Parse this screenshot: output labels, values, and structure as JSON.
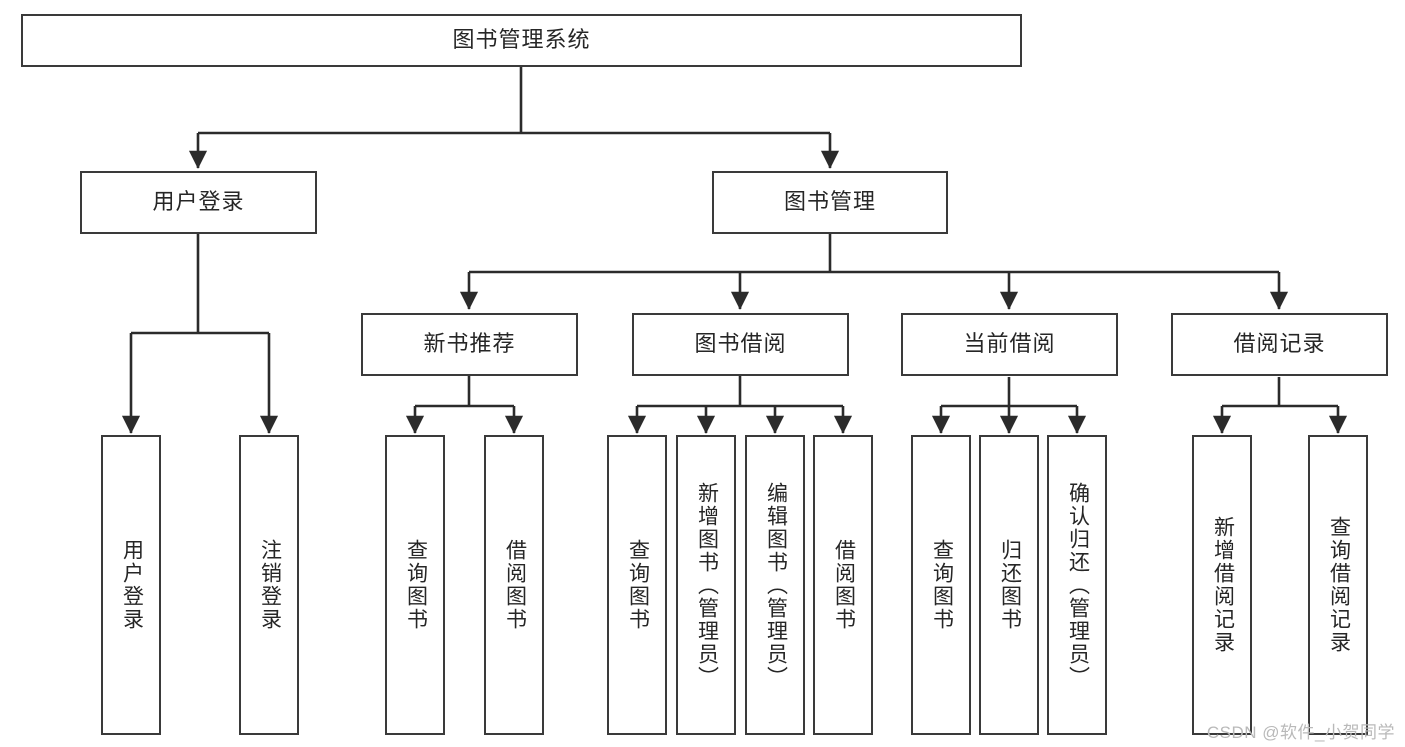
{
  "diagram": {
    "title": "图书管理系统",
    "type": "tree",
    "root": {
      "id": "root",
      "label": "图书管理系统",
      "orientation": "horizontal"
    },
    "level1": [
      {
        "id": "user-login",
        "label": "用户登录",
        "orientation": "horizontal"
      },
      {
        "id": "book-management",
        "label": "图书管理",
        "orientation": "horizontal"
      }
    ],
    "level2": [
      {
        "id": "new-book-recommend",
        "label": "新书推荐",
        "parent": "book-management",
        "orientation": "horizontal"
      },
      {
        "id": "book-borrow",
        "label": "图书借阅",
        "parent": "book-management",
        "orientation": "horizontal"
      },
      {
        "id": "current-borrow",
        "label": "当前借阅",
        "parent": "book-management",
        "orientation": "horizontal"
      },
      {
        "id": "borrow-record",
        "label": "借阅记录",
        "parent": "book-management",
        "orientation": "horizontal"
      }
    ],
    "leaves": [
      {
        "id": "leaf-user-login",
        "label": "用户登录",
        "parent": "user-login",
        "orientation": "vertical"
      },
      {
        "id": "leaf-user-logout",
        "label": "注销登录",
        "parent": "user-login",
        "orientation": "vertical"
      },
      {
        "id": "leaf-query-book-1",
        "label": "查询图书",
        "parent": "new-book-recommend",
        "orientation": "vertical"
      },
      {
        "id": "leaf-borrow-book-1",
        "label": "借阅图书",
        "parent": "new-book-recommend",
        "orientation": "vertical"
      },
      {
        "id": "leaf-query-book-2",
        "label": "查询图书",
        "parent": "book-borrow",
        "orientation": "vertical"
      },
      {
        "id": "leaf-add-book",
        "label": "新增图书（管理员）",
        "parent": "book-borrow",
        "orientation": "vertical"
      },
      {
        "id": "leaf-edit-book",
        "label": "编辑图书（管理员）",
        "parent": "book-borrow",
        "orientation": "vertical"
      },
      {
        "id": "leaf-borrow-book-2",
        "label": "借阅图书",
        "parent": "book-borrow",
        "orientation": "vertical"
      },
      {
        "id": "leaf-query-book-3",
        "label": "查询图书",
        "parent": "current-borrow",
        "orientation": "vertical"
      },
      {
        "id": "leaf-return-book",
        "label": "归还图书",
        "parent": "current-borrow",
        "orientation": "vertical"
      },
      {
        "id": "leaf-confirm-return",
        "label": "确认归还（管理员）",
        "parent": "current-borrow",
        "orientation": "vertical"
      },
      {
        "id": "leaf-add-record",
        "label": "新增借阅记录",
        "parent": "borrow-record",
        "orientation": "vertical"
      },
      {
        "id": "leaf-query-record",
        "label": "查询借阅记录",
        "parent": "borrow-record",
        "orientation": "vertical"
      }
    ]
  },
  "watermark": {
    "text": "CSDN @软件_小贺同学"
  },
  "colors": {
    "border": "#3a3a3a",
    "connector": "#2b2b2b",
    "text": "#262626",
    "background": "#ffffff",
    "watermark": "#b9b9b9"
  }
}
